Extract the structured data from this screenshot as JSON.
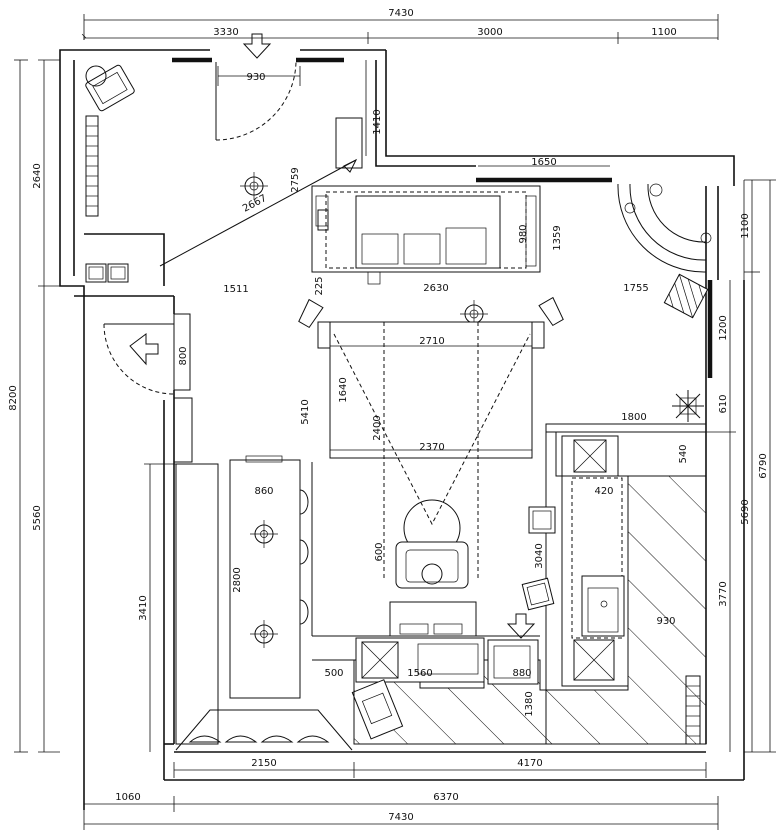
{
  "plan": {
    "dims": {
      "top_total": "7430",
      "top_left": "3330",
      "top_mid": "3000",
      "top_right": "1100",
      "door_930_top": "930",
      "niche_1410": "1410",
      "wall_1650": "1650",
      "left_2640": "2640",
      "left_8200": "8200",
      "left_5560": "5560",
      "left_3410": "3410",
      "right_6790": "6790",
      "right_5690": "5690",
      "right_3770": "3770",
      "right_1100": "1100",
      "right_1200": "1200",
      "right_610": "610",
      "diag_2667": "2667",
      "v_2759": "2759",
      "v_980": "980",
      "v_1359": "1359",
      "v_225": "225",
      "h_1511": "1511",
      "h_2630": "2630",
      "h_1755": "1755",
      "rug_2710": "2710",
      "v_1640": "1640",
      "v_2400": "2400",
      "v_5410": "5410",
      "h_2370": "2370",
      "v_800": "800",
      "h_1800": "1800",
      "v_540": "540",
      "h_420": "420",
      "table_860": "860",
      "table_2800": "2800",
      "v_600": "600",
      "v_3040": "3040",
      "h_930_kitchen": "930",
      "h_500": "500",
      "h_1560": "1560",
      "h_880": "880",
      "v_1380": "1380",
      "bottom_2150": "2150",
      "bottom_4170": "4170",
      "bottom_1060": "1060",
      "bottom_6370": "6370",
      "bottom_total": "7430"
    }
  }
}
